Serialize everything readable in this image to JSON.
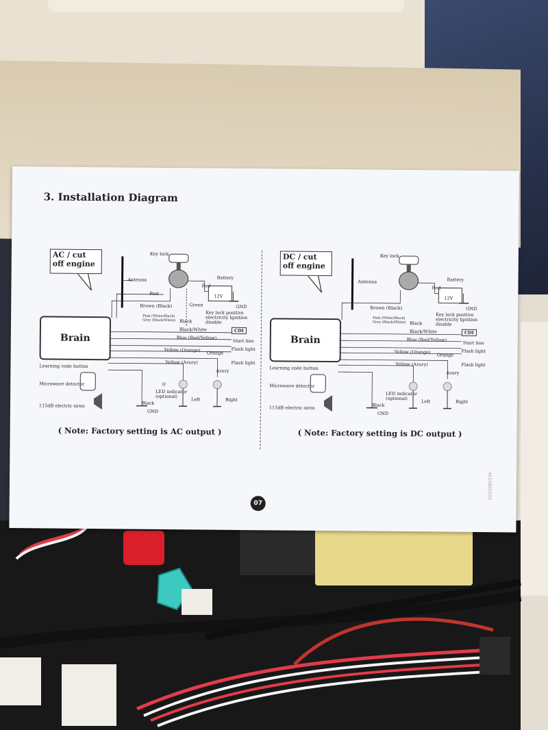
{
  "document": {
    "title": "3. Installation Diagram",
    "page_number": "07",
    "side_code": "4010800102",
    "left_panel": {
      "callout": "AC / cut off engine",
      "note": "( Note: Factory setting is AC output )"
    },
    "right_panel": {
      "callout": "DC / cut off engine",
      "note": "( Note: Factory setting is DC output )"
    },
    "labels": {
      "key_lock": "Key lock",
      "antenna": "Antenna",
      "battery": "Battery",
      "red": "Red",
      "brown_black": "Brown (Black)",
      "green": "Green",
      "v12": "12V",
      "gnd": "GND",
      "key_lock_positive": "Key lock positive electricity Ignition disable",
      "black": "Black",
      "black_white": "Black/White",
      "cdi": "CDI",
      "blue_red_yellow": "Blue (Red/Yellow)",
      "start_line": "Start line",
      "yellow_orange": "Yellow (Orange)",
      "orange": "Orange",
      "flash_light": "Flash light",
      "yellow_azury": "Yellow (Azury)",
      "azury": "Azury",
      "brain": "Brain",
      "learning_code_button": "Learning code button",
      "microwave_detector": "Microwave detector",
      "siren": "115dB electric siren",
      "led_indicator": "LED indicator (optional)",
      "left": "Left",
      "right": "Right",
      "pink_group": "Pink (White/Black) Grey (Black/White)"
    }
  }
}
